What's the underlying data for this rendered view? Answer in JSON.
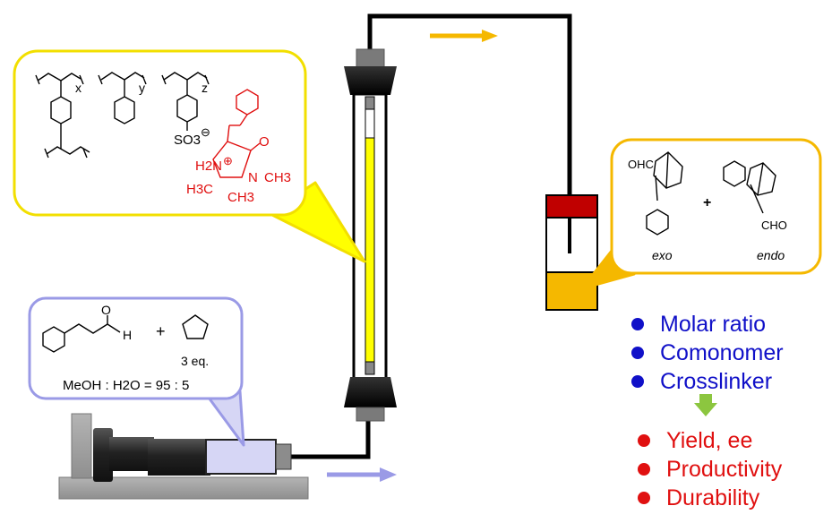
{
  "catalyst": {
    "sub_x": "x",
    "sub_y": "y",
    "sub_z": "z",
    "sulfonate": "SO3",
    "sulfonate_charge": "⊖",
    "amine": "H2N",
    "amine_charge": "⊕",
    "carbonyl_o": "O",
    "ring_n": "N",
    "n_methyl": "CH3",
    "gem_methyl_left": "H3C",
    "gem_methyl_right": "CH3"
  },
  "reactants": {
    "aldehyde_o": "O",
    "aldehyde_h": "H",
    "plus": "+",
    "equiv": "3 eq.",
    "solvent": "MeOH : H2O = 95 : 5"
  },
  "products": {
    "exo_cho": "OHC",
    "plus": "+",
    "endo_cho": "CHO",
    "exo_label": "exo",
    "endo_label": "endo"
  },
  "factors": [
    "Molar ratio",
    "Comonomer",
    "Crosslinker"
  ],
  "outcomes": [
    "Yield, ee",
    "Productivity",
    "Durability"
  ],
  "colors": {
    "yellow": "#ffff00",
    "yellow_border": "#f2df00",
    "lavender": "#d6d6f5",
    "lavender_border": "#9a9ae6",
    "orange": "#f5b800",
    "dark_red": "#c00000",
    "arrow_orange": "#f5b800",
    "arrow_lavender": "#9a9ae6",
    "green": "#8cc63f",
    "blue_text": "#1010c8",
    "red_text": "#e01010",
    "catalyst_red": "#e01010"
  }
}
